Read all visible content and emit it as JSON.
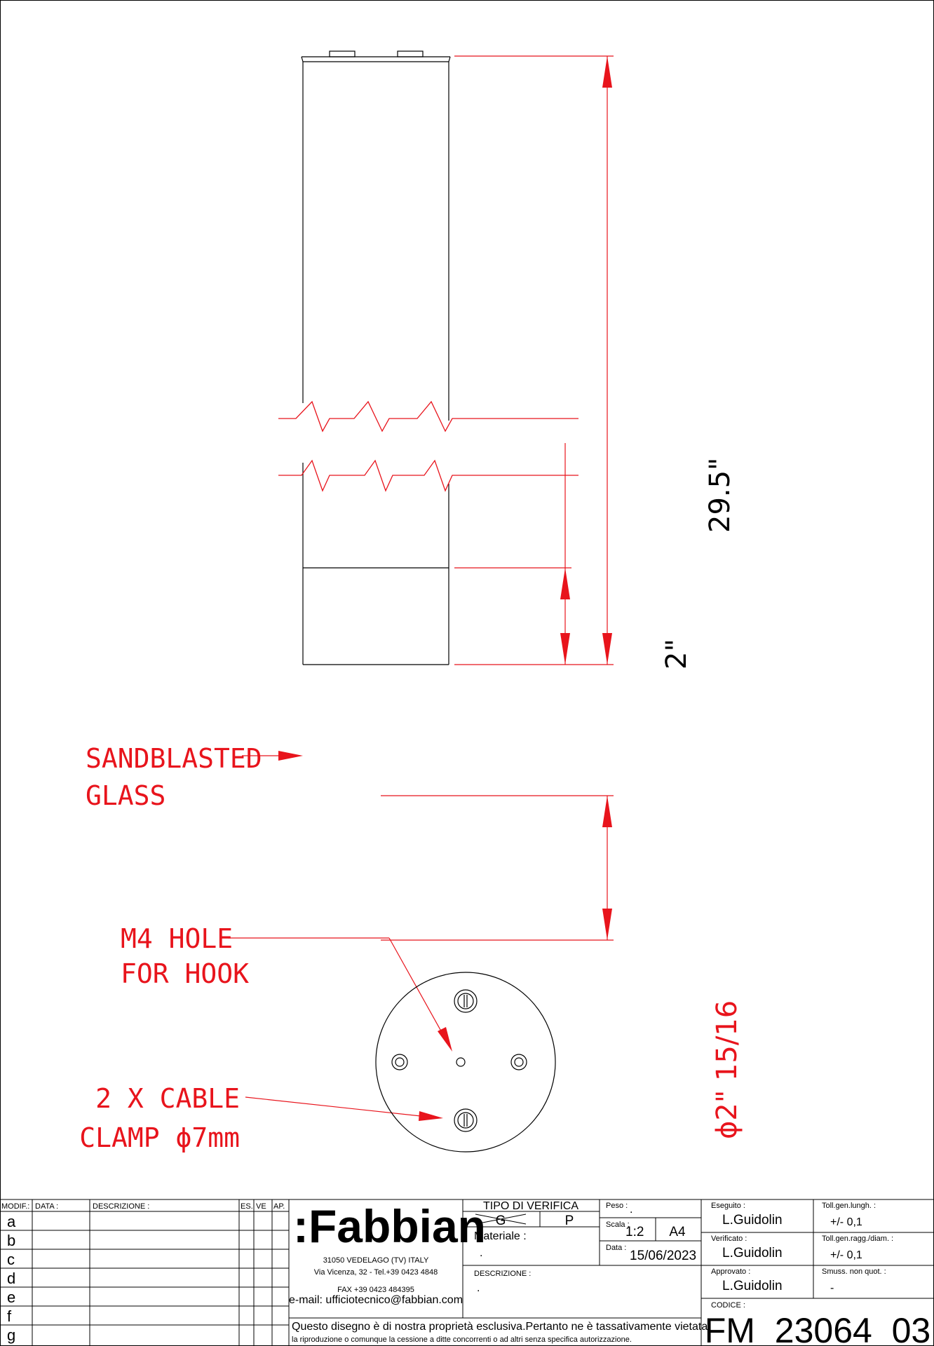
{
  "drawing": {
    "dimensions": {
      "overall_length": "29.5\"",
      "sandblasted_length": "2\"",
      "diameter": "ϕ2\" 15/16"
    },
    "notes": {
      "sandblasted": [
        "SANDBLASTED",
        "GLASS"
      ],
      "m4_hole": [
        "M4 HOLE",
        "FOR HOOK"
      ],
      "cable_clamp": [
        "2 X CABLE",
        "CLAMP ϕ7mm"
      ]
    },
    "colors": {
      "annotation": "#e8141c",
      "outline": "#000000"
    }
  },
  "title_block": {
    "revision_headers": {
      "modif": "MODIF.:",
      "data": "DATA :",
      "descrizione": "DESCRIZIONE :",
      "es": "ES.",
      "ve": "VE",
      "ap": "AP."
    },
    "revision_rows": [
      "a",
      "b",
      "c",
      "d",
      "e",
      "f",
      "g"
    ],
    "company": {
      "logo": ":Fabbian",
      "address1": "31050 VEDELAGO (TV) ITALY",
      "address2": "Via Vicenza, 32 - Tel.+39 0423 4848",
      "fax": "FAX +39 0423 484395",
      "email": "e-mail: ufficiotecnico@fabbian.com"
    },
    "disclaimer1": "Questo disegno è di nostra proprietà esclusiva.Pertanto ne è tassativamente vietata",
    "disclaimer2": "la riproduzione o comunque la cessione a ditte concorrenti o ad altri senza specifica autorizzazione.",
    "tipo_verifica": "TIPO DI VERIFICA",
    "verifica_g": "G",
    "verifica_p": "P",
    "materiale_label": "Materiale :",
    "materiale_value": ".",
    "descrizione_label": "DESCRIZIONE :",
    "descrizione_value": ".",
    "peso_label": "Peso :",
    "peso_value": ".",
    "scala_label": "Scala :",
    "scala_value": "1:2",
    "format": "A4",
    "data_label": "Data :",
    "data_value": "15/06/2023",
    "eseguito_label": "Eseguito :",
    "eseguito_value": "L.Guidolin",
    "verificato_label": "Verificato :",
    "verificato_value": "L.Guidolin",
    "approvato_label": "Approvato :",
    "approvato_value": "L.Guidolin",
    "toll_lungh_label": "Toll.gen.lungh. :",
    "toll_lungh_value": "+/- 0,1",
    "toll_diam_label": "Toll.gen.ragg./diam. :",
    "toll_diam_value": "+/- 0,1",
    "smuss_label": "Smuss. non quot. :",
    "smuss_value": "-",
    "codice_label": "CODICE :",
    "codice_value": "FM_23064_03"
  }
}
